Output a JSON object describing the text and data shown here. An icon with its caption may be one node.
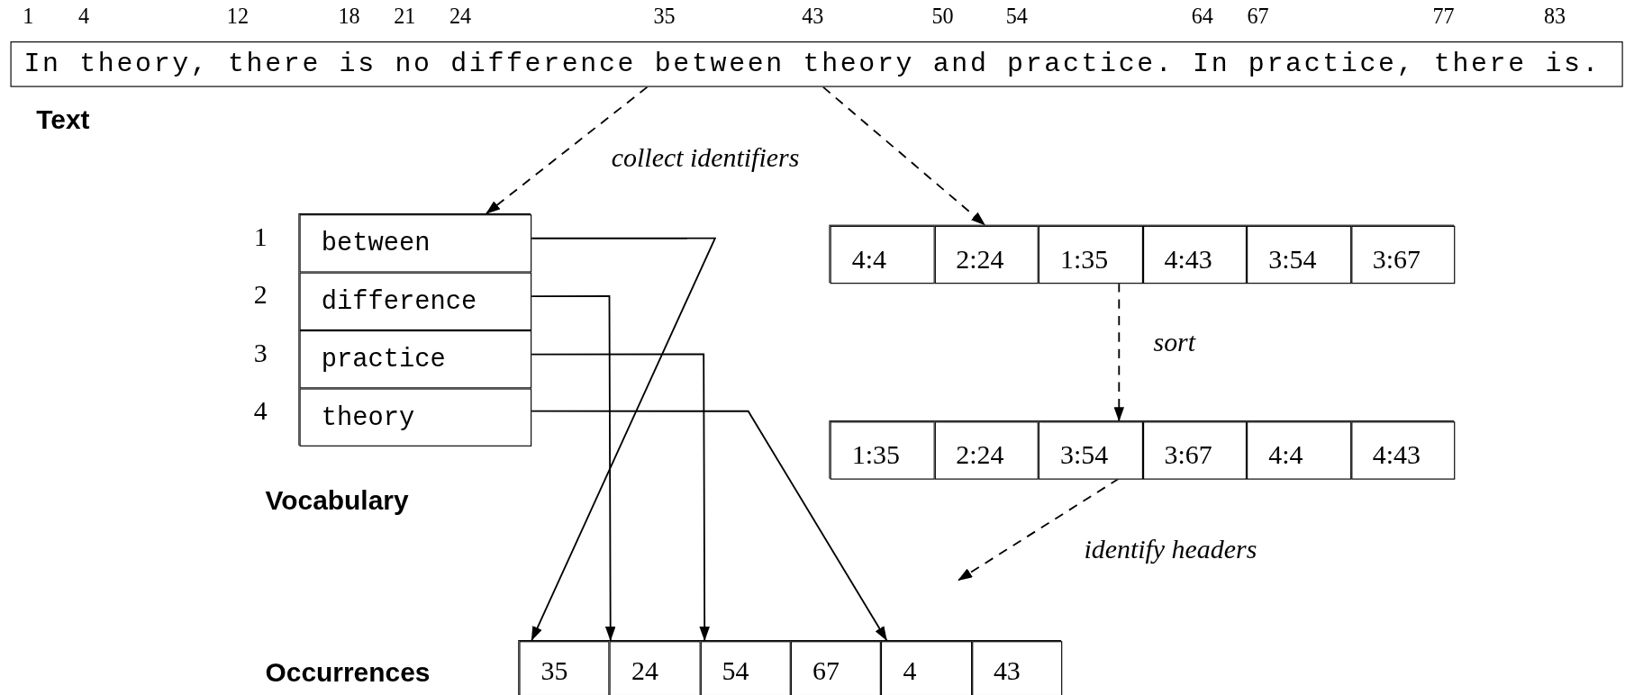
{
  "diagram": {
    "nodes": [
      {
        "text": [
          "In theory, there is no difference between theory and practice. In practice, there is."
        ],
        "beside": [
          "Text"
        ]
      },
      {
        "text": [],
        "shape": "box",
        "beside": [
          "Vocabulary"
        ]
      },
      {
        "text": [
          "between"
        ],
        "in": 1,
        "beside": [
          "1"
        ]
      },
      {
        "text": [
          "difference"
        ],
        "in": 1,
        "beside": [
          "2"
        ]
      },
      {
        "text": [
          "practice"
        ],
        "in": 1,
        "beside": [
          "3"
        ]
      },
      {
        "text": [
          "theory"
        ],
        "in": 1,
        "beside": [
          "4"
        ]
      },
      {
        "text": [],
        "shape": "box"
      },
      {
        "text": [
          "4:4"
        ],
        "in": 6
      },
      {
        "text": [
          "2:24"
        ],
        "in": 6
      },
      {
        "text": [
          "1:35"
        ],
        "in": 6
      },
      {
        "text": [
          "4:43"
        ],
        "in": 6
      },
      {
        "text": [
          "3:54"
        ],
        "in": 6
      },
      {
        "text": [
          "3:67"
        ],
        "in": 6
      },
      {
        "text": [],
        "shape": "box"
      },
      {
        "text": [
          "1:35"
        ],
        "in": 13
      },
      {
        "text": [
          "2:24"
        ],
        "in": 13
      },
      {
        "text": [
          "3:54"
        ],
        "in": 13
      },
      {
        "text": [
          "3:67"
        ],
        "in": 13
      },
      {
        "text": [
          "4:4"
        ],
        "in": 13
      },
      {
        "text": [
          "4:43"
        ],
        "in": 13
      },
      {
        "text": [],
        "shape": "box",
        "beside": [
          "Occurrences"
        ]
      },
      {
        "text": [
          "35"
        ],
        "in": 20
      },
      {
        "text": [
          "24"
        ],
        "in": 20
      },
      {
        "text": [
          "54"
        ],
        "in": 20
      },
      {
        "text": [
          "67"
        ],
        "in": 20
      },
      {
        "text": [
          "4"
        ],
        "in": 20
      },
      {
        "text": [
          "43"
        ],
        "in": 20
      }
    ],
    "edges": [
      {
        "from": 0,
        "to": 1,
        "arrow": "to",
        "style": "dashed",
        "label": "collect identifiers"
      },
      {
        "from": 0,
        "to": 6,
        "arrow": "to",
        "style": "dashed"
      },
      {
        "from": 6,
        "to": 13,
        "arrow": "to",
        "style": "dashed",
        "label": "sort"
      },
      {
        "from": 13,
        "to": null,
        "arrow": "to",
        "style": "dashed",
        "label": "identify headers"
      },
      {
        "from": 2,
        "to": 21,
        "arrow": "to"
      },
      {
        "from": 3,
        "to": 22,
        "arrow": "to"
      },
      {
        "from": 4,
        "to": 23,
        "arrow": "to"
      },
      {
        "from": 5,
        "to": 25,
        "arrow": "to"
      }
    ],
    "labels": [
      "1",
      "4",
      "12",
      "18",
      "21",
      "24",
      "35",
      "43",
      "50",
      "54",
      "64",
      "67",
      "77",
      "83"
    ]
  }
}
